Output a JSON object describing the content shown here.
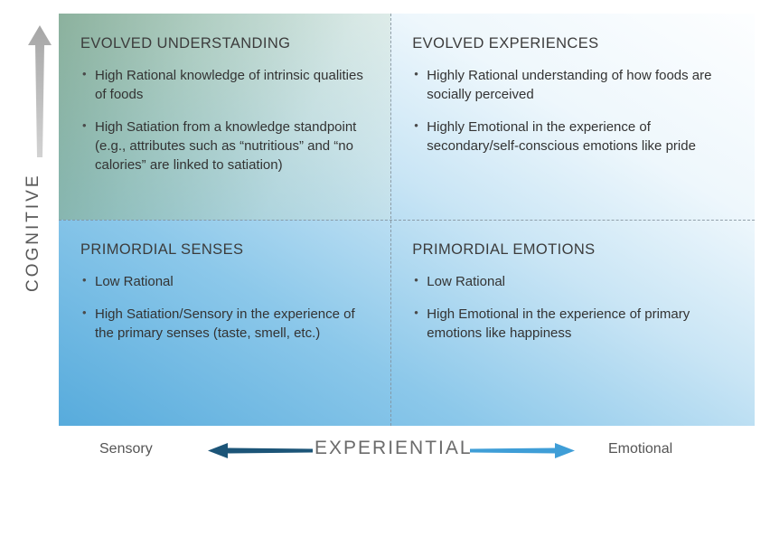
{
  "axes": {
    "vertical_label": "COGNITIVE",
    "horizontal_label": "EXPERIENTIAL",
    "horizontal_left_label": "Sensory",
    "horizontal_right_label": "Emotional"
  },
  "quadrants": [
    {
      "id": "top-left",
      "title": "EVOLVED UNDERSTANDING",
      "bullets": [
        "High Rational knowledge of intrinsic qualities of foods",
        "High Satiation from a knowledge standpoint (e.g., attributes such as “nutritious” and “no calories” are linked to satiation)"
      ]
    },
    {
      "id": "top-right",
      "title": "EVOLVED EXPERIENCES",
      "bullets": [
        "Highly Rational understanding of how foods are socially perceived",
        "Highly Emotional in the experience of secondary/self-conscious emotions like pride"
      ]
    },
    {
      "id": "bottom-left",
      "title": "PRIMORDIAL SENSES",
      "bullets": [
        "Low Rational",
        "High Satiation/Sensory in the experience of the primary senses (taste, smell, etc.)"
      ]
    },
    {
      "id": "bottom-right",
      "title": "PRIMORDIAL EMOTIONS",
      "bullets": [
        "Low Rational",
        "High Emotional in the experience of primary emotions like happiness"
      ]
    }
  ],
  "colors": {
    "left_arrow": "#1c5578",
    "right_arrow": "#3f9ed7",
    "vertical_arrow_gray": "#b5b5b5",
    "green_quadrant": "#97b89a",
    "blue_gradient": "#57abdc",
    "dashed_line": "#82919b"
  }
}
